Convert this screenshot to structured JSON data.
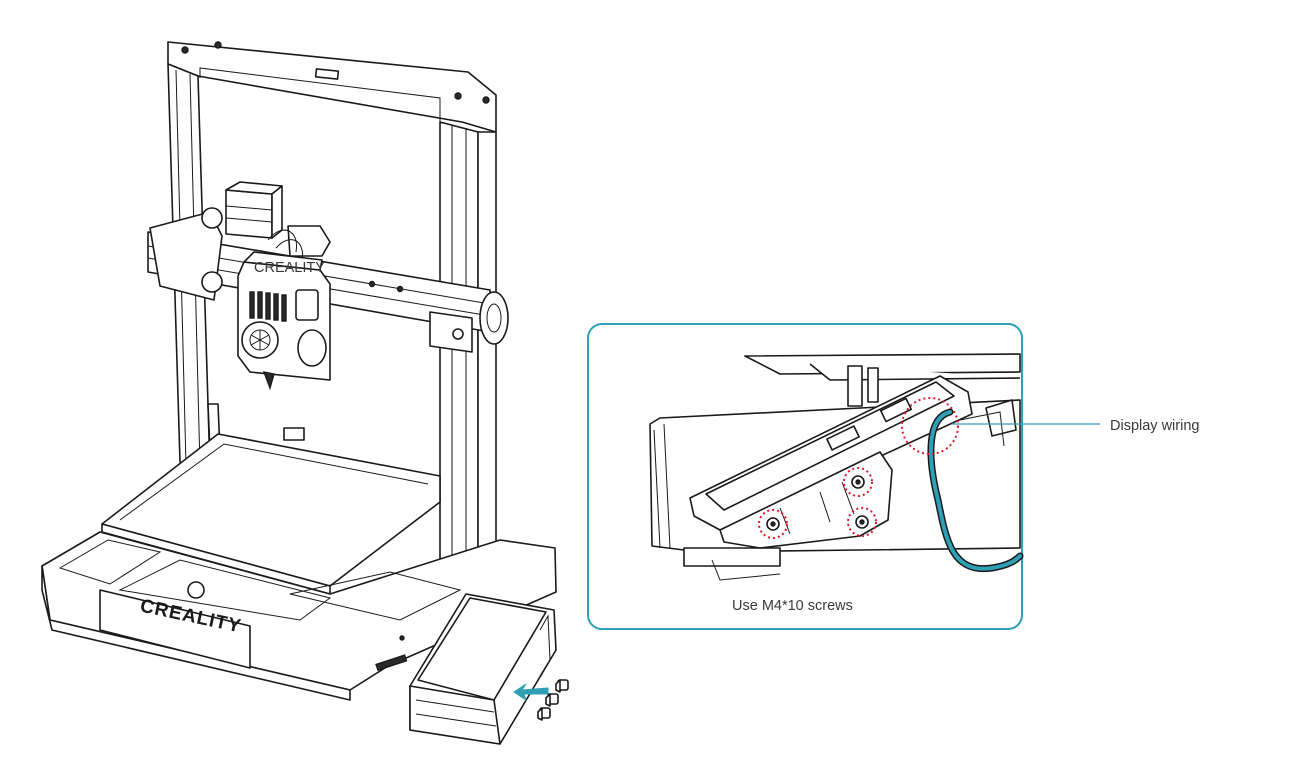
{
  "colors": {
    "accent": "#2e9fb4",
    "line": "#1a1a1a",
    "highlight": "#e0182d",
    "label": "#3a3a3a"
  },
  "printer": {
    "logo_text": "CREALITY",
    "toolhead_text": "CREALITY"
  },
  "detail": {
    "callout_label": "Display wiring",
    "screw_caption": "Use M4*10 screws"
  }
}
